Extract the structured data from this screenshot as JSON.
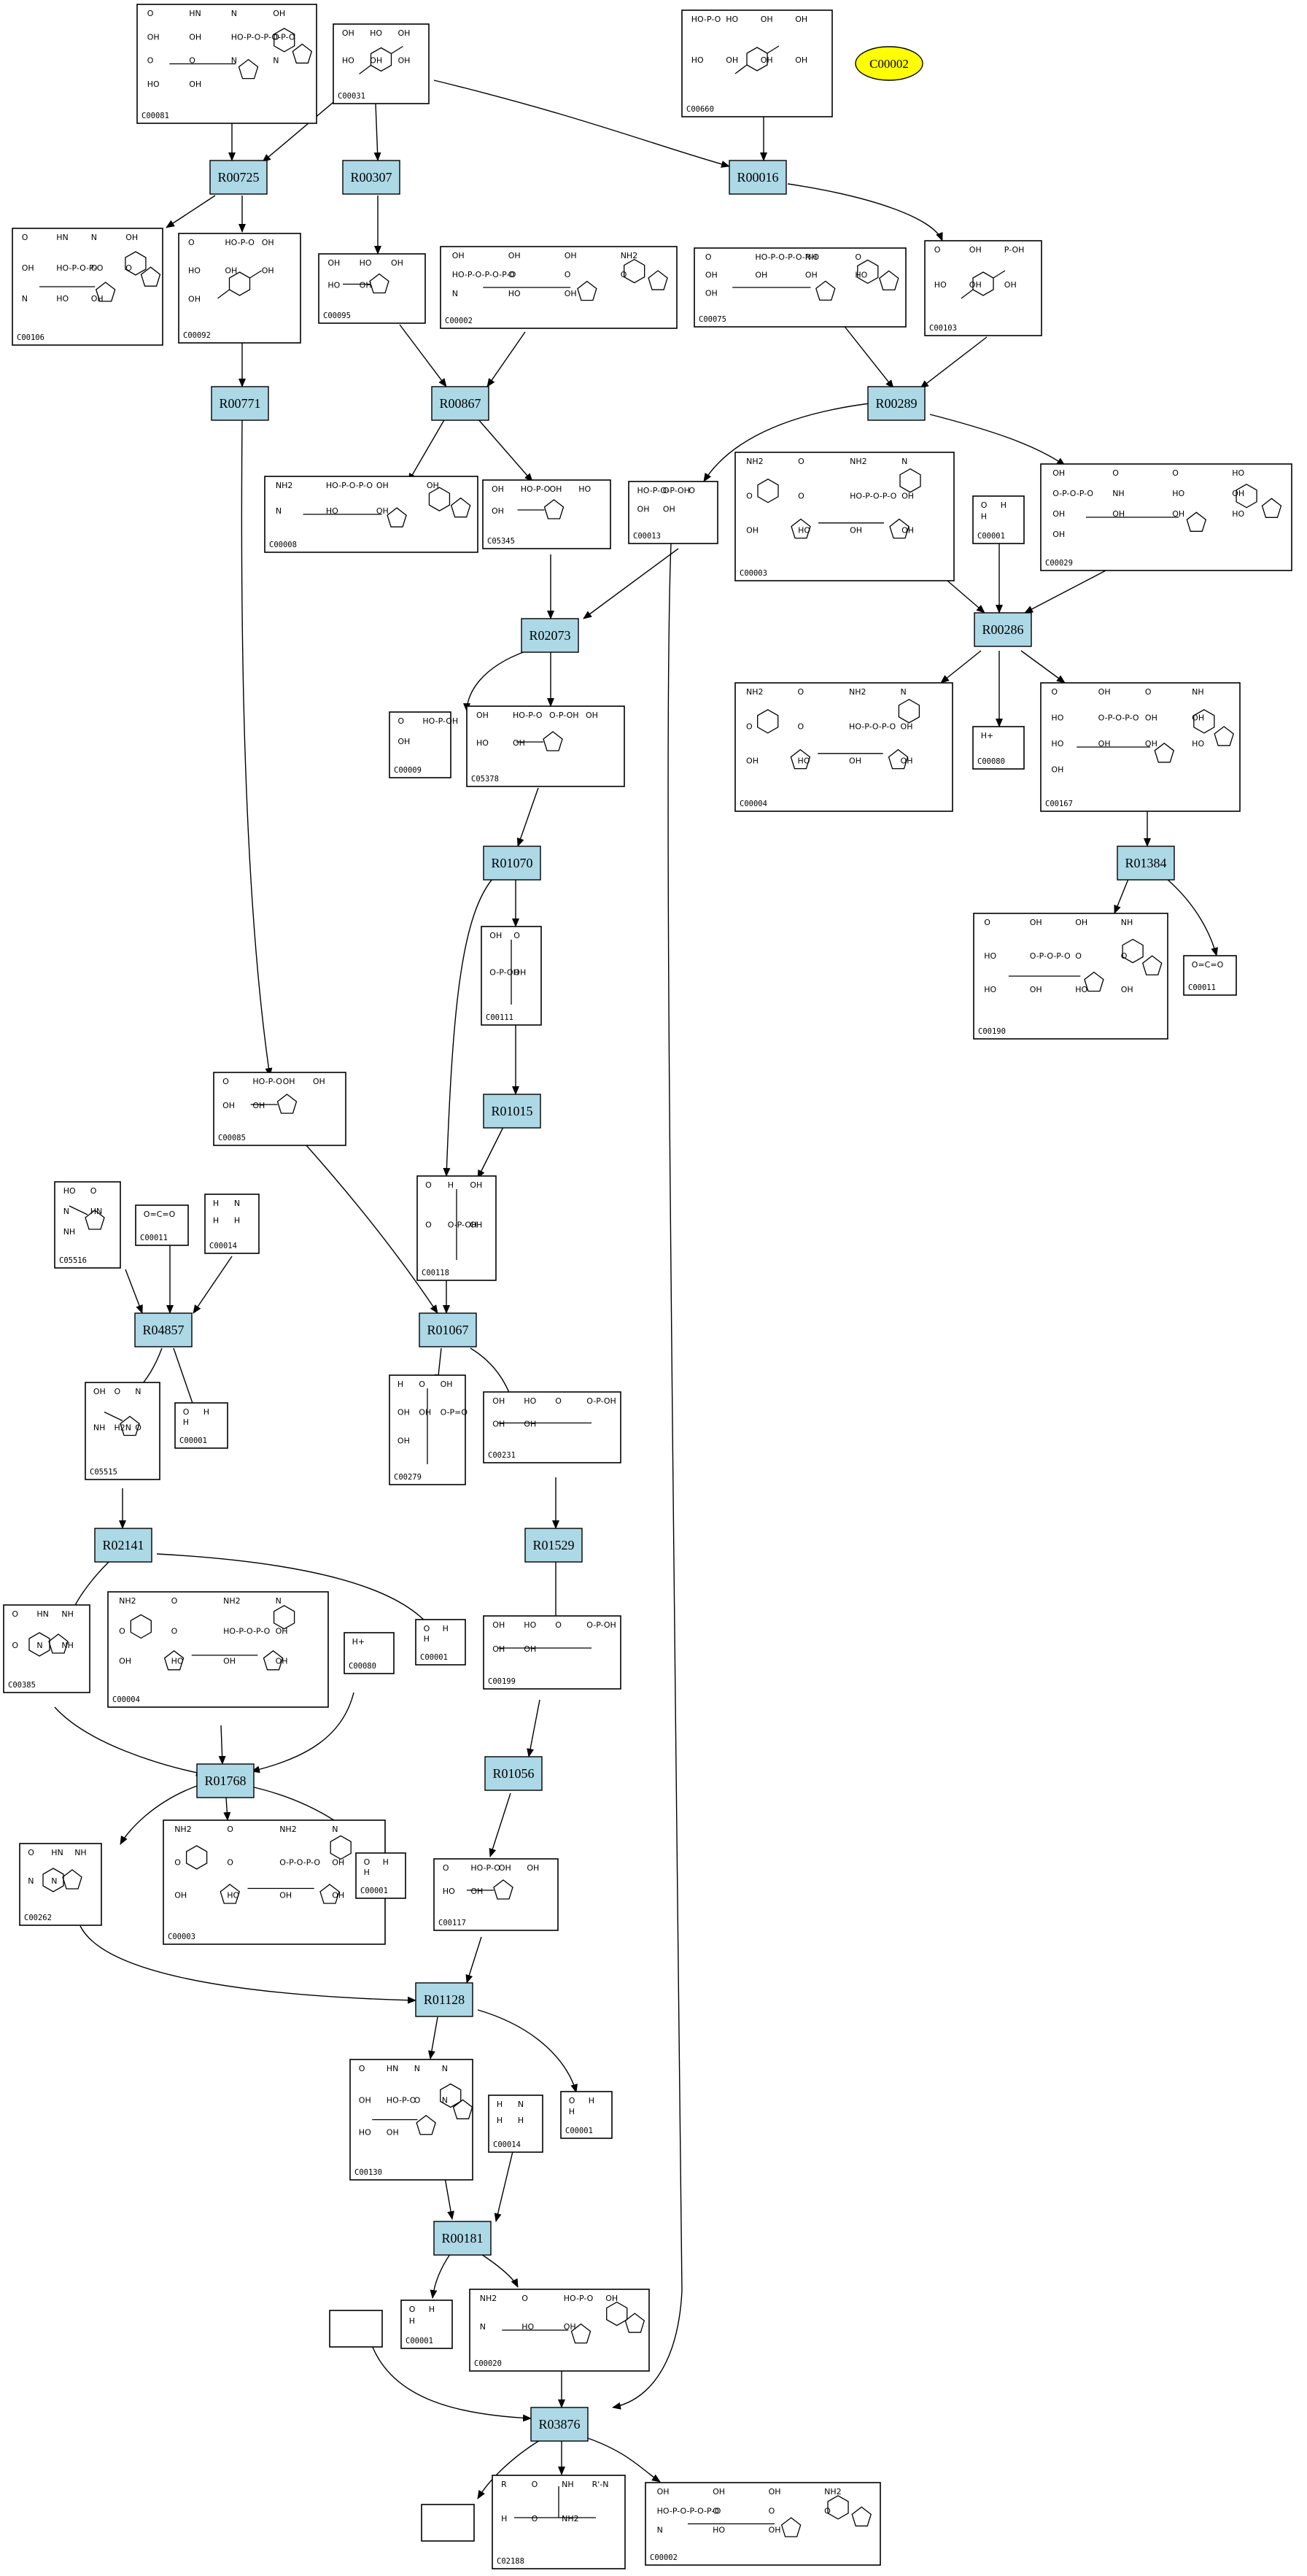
{
  "highlight": {
    "label": "C00002",
    "fill": "#ffff00"
  },
  "colors": {
    "reaction_fill": "#add8e6",
    "compound_fill": "#ffffff",
    "stroke": "#000000"
  },
  "reactions": [
    {
      "id": "R00725",
      "label": "R00725"
    },
    {
      "id": "R00307",
      "label": "R00307"
    },
    {
      "id": "R00016",
      "label": "R00016"
    },
    {
      "id": "R00771",
      "label": "R00771"
    },
    {
      "id": "R00867",
      "label": "R00867"
    },
    {
      "id": "R00289",
      "label": "R00289"
    },
    {
      "id": "R02073",
      "label": "R02073"
    },
    {
      "id": "R00286",
      "label": "R00286"
    },
    {
      "id": "R01070",
      "label": "R01070"
    },
    {
      "id": "R01384",
      "label": "R01384"
    },
    {
      "id": "R01015",
      "label": "R01015"
    },
    {
      "id": "R04857",
      "label": "R04857"
    },
    {
      "id": "R01067",
      "label": "R01067"
    },
    {
      "id": "R02141",
      "label": "R02141"
    },
    {
      "id": "R01529",
      "label": "R01529"
    },
    {
      "id": "R01768",
      "label": "R01768"
    },
    {
      "id": "R01056",
      "label": "R01056"
    },
    {
      "id": "R01128",
      "label": "R01128"
    },
    {
      "id": "R00181",
      "label": "R00181"
    },
    {
      "id": "R03876",
      "label": "R03876"
    }
  ],
  "compounds": [
    {
      "id": "c00081",
      "label": "C00081",
      "atoms": [
        "O",
        "HN",
        "N",
        "OH",
        "OH",
        "OH",
        "HO-P-O-P-O-P-O",
        "O",
        "O",
        "O",
        "N",
        "N",
        "HO",
        "OH"
      ]
    },
    {
      "id": "c00031",
      "label": "C00031",
      "atoms": [
        "OH",
        "HO",
        "OH",
        "HO",
        "OH",
        "OH"
      ]
    },
    {
      "id": "c00660",
      "label": "C00660",
      "atoms": [
        "HO-P-O",
        "HO",
        "OH",
        "OH",
        "HO",
        "OH",
        "OH",
        "OH"
      ]
    },
    {
      "id": "c00106",
      "label": "C00106",
      "atoms": [
        "O",
        "HN",
        "N",
        "OH",
        "OH",
        "HO-P-O-P-O",
        "O",
        "O",
        "N",
        "HO",
        "OH"
      ]
    },
    {
      "id": "c00092",
      "label": "C00092",
      "atoms": [
        "O",
        "HO-P-O",
        "OH",
        "HO",
        "OH",
        "OH",
        "OH"
      ]
    },
    {
      "id": "c00095",
      "label": "C00095",
      "atoms": [
        "OH",
        "HO",
        "OH",
        "HO",
        "OH"
      ]
    },
    {
      "id": "c00002a",
      "label": "C00002",
      "atoms": [
        "OH",
        "OH",
        "OH",
        "NH2",
        "HO-P-O-P-O-P-O",
        "O",
        "O",
        "O",
        "N",
        "HO",
        "OH"
      ]
    },
    {
      "id": "c00075",
      "label": "C00075",
      "atoms": [
        "O",
        "HO-P-O-P-O-P-O",
        "NH",
        "O",
        "OH",
        "OH",
        "OH",
        "HO",
        "OH"
      ]
    },
    {
      "id": "c00103",
      "label": "C00103",
      "atoms": [
        "O",
        "OH",
        "P-OH",
        "HO",
        "OH",
        "OH"
      ]
    },
    {
      "id": "c00008",
      "label": "C00008",
      "atoms": [
        "NH2",
        "HO-P-O-P-O",
        "OH",
        "OH",
        "N",
        "HO",
        "OH"
      ]
    },
    {
      "id": "c05345",
      "label": "C05345",
      "atoms": [
        "OH",
        "HO-P-O",
        "OH",
        "HO",
        "OH"
      ]
    },
    {
      "id": "c00013",
      "label": "C00013",
      "atoms": [
        "HO-P-O-P-OH",
        "O",
        "O",
        "OH",
        "OH"
      ]
    },
    {
      "id": "c00003a",
      "label": "C00003",
      "atoms": [
        "NH2",
        "O",
        "NH2",
        "N",
        "O",
        "O",
        "HO-P-O-P-O",
        "OH",
        "OH",
        "HO",
        "OH",
        "OH"
      ]
    },
    {
      "id": "c00001a",
      "label": "C00001",
      "atoms": [
        "O",
        "H",
        "H"
      ]
    },
    {
      "id": "c00029",
      "label": "C00029",
      "atoms": [
        "OH",
        "O",
        "O",
        "HO",
        "O-P-O-P-O",
        "NH",
        "HO",
        "OH",
        "OH",
        "OH",
        "OH",
        "HO",
        "OH"
      ]
    },
    {
      "id": "c00009",
      "label": "C00009",
      "atoms": [
        "O",
        "HO-P-OH",
        "OH"
      ]
    },
    {
      "id": "c05378",
      "label": "C05378",
      "atoms": [
        "OH",
        "HO-P-O",
        "O-P-OH",
        "OH",
        "HO",
        "OH"
      ]
    },
    {
      "id": "c00004",
      "label": "C00004",
      "atoms": [
        "NH2",
        "O",
        "NH2",
        "N",
        "O",
        "O",
        "HO-P-O-P-O",
        "OH",
        "OH",
        "HO",
        "OH",
        "OH"
      ]
    },
    {
      "id": "c00080a",
      "label": "C00080",
      "atoms": [
        "H+"
      ]
    },
    {
      "id": "c00167",
      "label": "C00167",
      "atoms": [
        "O",
        "OH",
        "O",
        "NH",
        "HO",
        "O-P-O-P-O",
        "OH",
        "OH",
        "HO",
        "OH",
        "OH",
        "HO",
        "OH"
      ]
    },
    {
      "id": "c00111",
      "label": "C00111",
      "atoms": [
        "OH",
        "O",
        "O-P-OH",
        "OH"
      ]
    },
    {
      "id": "c00190",
      "label": "C00190",
      "atoms": [
        "O",
        "OH",
        "OH",
        "NH",
        "HO",
        "O-P-O-P-O",
        "O",
        "O",
        "HO",
        "OH",
        "HO",
        "OH"
      ]
    },
    {
      "id": "c00011a",
      "label": "C00011",
      "atoms": [
        "O=C=O"
      ]
    },
    {
      "id": "c00085",
      "label": "C00085",
      "atoms": [
        "O",
        "HO-P-O",
        "OH",
        "OH",
        "OH",
        "OH"
      ]
    },
    {
      "id": "c05516",
      "label": "C05516",
      "atoms": [
        "HO",
        "O",
        "N",
        "HN",
        "NH"
      ]
    },
    {
      "id": "c00011b",
      "label": "C00011",
      "atoms": [
        "O=C=O"
      ]
    },
    {
      "id": "c00014a",
      "label": "C00014",
      "atoms": [
        "H",
        "N",
        "H",
        "H"
      ]
    },
    {
      "id": "c00118",
      "label": "C00118",
      "atoms": [
        "O",
        "H",
        "OH",
        "O",
        "O-P-OH",
        "OH"
      ]
    },
    {
      "id": "c05515",
      "label": "C05515",
      "atoms": [
        "OH",
        "O",
        "N",
        "NH",
        "H2N",
        "O"
      ]
    },
    {
      "id": "c00001b",
      "label": "C00001",
      "atoms": [
        "O",
        "H",
        "H"
      ]
    },
    {
      "id": "c00279",
      "label": "C00279",
      "atoms": [
        "H",
        "O",
        "OH",
        "OH",
        "OH",
        "O-P=O",
        "OH"
      ]
    },
    {
      "id": "c00231",
      "label": "C00231",
      "atoms": [
        "OH",
        "HO",
        "O",
        "O-P-OH",
        "OH",
        "OH"
      ]
    },
    {
      "id": "c00385",
      "label": "C00385",
      "atoms": [
        "O",
        "HN",
        "NH",
        "O",
        "N",
        "NH"
      ]
    },
    {
      "id": "c00004b",
      "label": "C00004",
      "atoms": [
        "NH2",
        "O",
        "NH2",
        "N",
        "O",
        "O",
        "HO-P-O-P-O",
        "OH",
        "OH",
        "HO",
        "OH",
        "OH"
      ]
    },
    {
      "id": "c00080b",
      "label": "C00080",
      "atoms": [
        "H+"
      ]
    },
    {
      "id": "c00001c",
      "label": "C00001",
      "atoms": [
        "O",
        "H",
        "H"
      ]
    },
    {
      "id": "c00199",
      "label": "C00199",
      "atoms": [
        "OH",
        "HO",
        "O",
        "O-P-OH",
        "OH",
        "OH"
      ]
    },
    {
      "id": "c00262",
      "label": "C00262",
      "atoms": [
        "O",
        "HN",
        "NH",
        "N",
        "N"
      ]
    },
    {
      "id": "c00003b",
      "label": "C00003",
      "atoms": [
        "NH2",
        "O",
        "NH2",
        "N",
        "O",
        "O",
        "O-P-O-P-O",
        "OH",
        "OH",
        "HO",
        "OH",
        "OH"
      ]
    },
    {
      "id": "c00001d",
      "label": "C00001",
      "atoms": [
        "O",
        "H",
        "H"
      ]
    },
    {
      "id": "c00117",
      "label": "C00117",
      "atoms": [
        "O",
        "HO-P-O",
        "OH",
        "OH",
        "HO",
        "OH"
      ]
    },
    {
      "id": "c00130",
      "label": "C00130",
      "atoms": [
        "O",
        "HN",
        "N",
        "N",
        "OH",
        "HO-P-O",
        "O",
        "N",
        "HO",
        "OH"
      ]
    },
    {
      "id": "c00014b",
      "label": "C00014",
      "atoms": [
        "H",
        "N",
        "H",
        "H"
      ]
    },
    {
      "id": "c00001e",
      "label": "C00001",
      "atoms": [
        "O",
        "H",
        "H"
      ]
    },
    {
      "id": "c00001f",
      "label": "C00001",
      "atoms": [
        "O",
        "H",
        "H"
      ]
    },
    {
      "id": "c00020",
      "label": "C00020",
      "atoms": [
        "NH2",
        "O",
        "HO-P-O",
        "OH",
        "N",
        "HO",
        "OH"
      ]
    },
    {
      "id": "c00188",
      "label": "C02188",
      "atoms": [
        "R",
        "O",
        "NH",
        "R'-N",
        "H",
        "O",
        "NH2"
      ]
    },
    {
      "id": "c00002b",
      "label": "C00002",
      "atoms": [
        "OH",
        "OH",
        "OH",
        "NH2",
        "HO-P-O-P-O-P-O",
        "O",
        "O",
        "O",
        "N",
        "HO",
        "OH"
      ]
    }
  ]
}
